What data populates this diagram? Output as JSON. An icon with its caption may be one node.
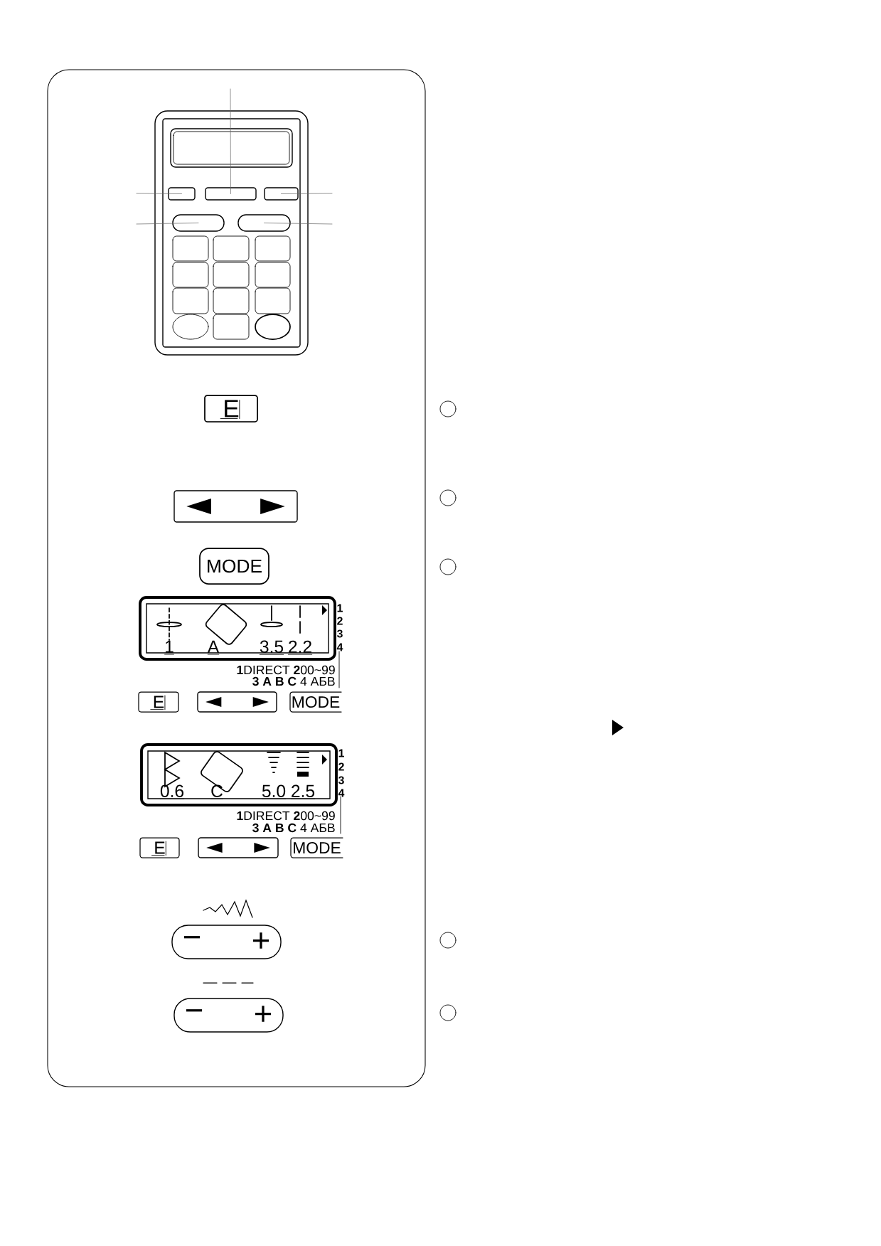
{
  "diagram": {
    "nodes": [
      {
        "text": [],
        "shape": "box"
      },
      {
        "text": [],
        "shape": "box",
        "in": 0
      },
      {
        "text": [],
        "shape": "box",
        "in": 0
      },
      {
        "text": [],
        "shape": "box",
        "in": 0
      },
      {
        "text": [],
        "shape": "oval",
        "in": 0
      },
      {
        "text": [],
        "shape": "oval",
        "in": 0
      },
      {
        "text": [
          "E"
        ]
      },
      {
        "text": [],
        "shape": "box"
      },
      {
        "text": [
          "MODE"
        ]
      },
      {
        "text": [
          "1",
          "A",
          "3.5",
          "2.2"
        ]
      },
      {
        "text": [
          "E"
        ]
      },
      {
        "text": [],
        "shape": "box"
      },
      {
        "text": [
          "MODE"
        ]
      },
      {
        "text": [
          "0.6",
          "C",
          "5.0",
          "2.5"
        ]
      },
      {
        "text": [
          "E"
        ]
      },
      {
        "text": [],
        "shape": "box"
      },
      {
        "text": [
          "MODE"
        ]
      },
      {
        "text": [
          "−",
          "+"
        ]
      },
      {
        "text": [
          "−",
          "+"
        ]
      },
      {
        "text": [],
        "shape": "circle"
      },
      {
        "text": [],
        "shape": "circle"
      },
      {
        "text": [],
        "shape": "circle"
      },
      {
        "text": [],
        "shape": "circle"
      },
      {
        "text": [],
        "shape": "circle"
      }
    ],
    "edges": [
      {
        "from": null,
        "to": 2,
        "arrow": "none"
      },
      {
        "from": null,
        "to": 1,
        "arrow": "none"
      },
      {
        "from": null,
        "to": 3,
        "arrow": "none"
      },
      {
        "from": null,
        "to": 4,
        "arrow": "none"
      },
      {
        "from": null,
        "to": 5,
        "arrow": "none"
      }
    ],
    "labels": [
      "1",
      "2",
      "3",
      "4",
      "**1**DIRECT **2**00~99",
      "**3 A B C** 4 АБВ",
      "1",
      "2",
      "3",
      "4",
      "**1**DIRECT **2**00~99",
      "**3 A B C** 4 АБВ"
    ]
  }
}
